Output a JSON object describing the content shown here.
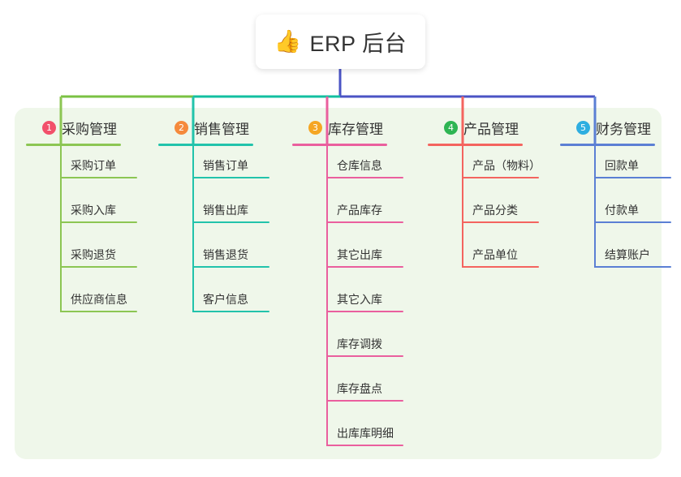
{
  "page": {
    "background": "#ffffff",
    "panel_color": "#eff7ea",
    "text_color": "#333333"
  },
  "root": {
    "icon": "thumbs-up-icon",
    "emoji": "👍",
    "title": "ERP 后台",
    "background": "#ffffff"
  },
  "connector_colors": {
    "root_stem": "#4a53c4",
    "bus_left": "#12bfa0",
    "bus_right": "#4a53c4",
    "bus_far_left": "#7ac143"
  },
  "columns": [
    {
      "index": "1",
      "badge_color": "#f2506b",
      "line_color": "#8cc653",
      "title": "采购管理",
      "items": [
        "采购订单",
        "采购入库",
        "采购退货",
        "供应商信息"
      ]
    },
    {
      "index": "2",
      "badge_color": "#f58a3c",
      "line_color": "#22c3ab",
      "title": "销售管理",
      "items": [
        "销售订单",
        "销售出库",
        "销售退货",
        "客户信息"
      ]
    },
    {
      "index": "3",
      "badge_color": "#f5a623",
      "line_color": "#ea5f9e",
      "title": "库存管理",
      "items": [
        "仓库信息",
        "产品库存",
        "其它出库",
        "其它入库",
        "库存调拨",
        "库存盘点",
        "出库库明细"
      ]
    },
    {
      "index": "4",
      "badge_color": "#2eb553",
      "line_color": "#f4645f",
      "title": "产品管理",
      "items": [
        "产品（物料）",
        "产品分类",
        "产品单位"
      ]
    },
    {
      "index": "5",
      "badge_color": "#2eaee0",
      "line_color": "#5b7fd4",
      "title": "财务管理",
      "items": [
        "回款单",
        "付款单",
        "结算账户"
      ]
    }
  ]
}
